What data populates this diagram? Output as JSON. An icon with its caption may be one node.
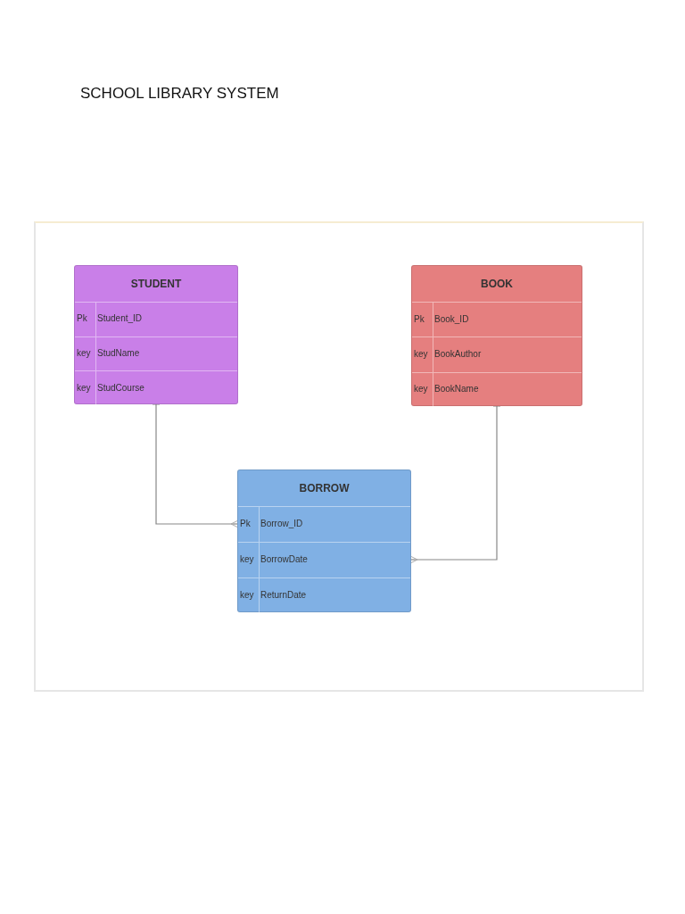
{
  "diagram": {
    "title": "SCHOOL LIBRARY SYSTEM",
    "nodes": [
      {
        "text": [
          "STUDENT"
        ]
      },
      {
        "text": [
          "Pk",
          "Student_ID"
        ],
        "in": 0
      },
      {
        "text": [
          "key",
          "StudName"
        ],
        "in": 0
      },
      {
        "text": [
          "key",
          "StudCourse"
        ],
        "in": 0
      },
      {
        "text": [
          "BOOK"
        ]
      },
      {
        "text": [
          "Pk",
          "Book_ID"
        ],
        "in": 4
      },
      {
        "text": [
          "key",
          "BookAuthor"
        ],
        "in": 4
      },
      {
        "text": [
          "key",
          "BookName"
        ],
        "in": 4
      },
      {
        "text": [
          "BORROW"
        ]
      },
      {
        "text": [
          "Pk",
          "Borrow_ID"
        ],
        "in": 8
      },
      {
        "text": [
          "key",
          "BorrowDate"
        ],
        "in": 8
      },
      {
        "text": [
          "key",
          "ReturnDate"
        ],
        "in": 8
      }
    ],
    "edges": [
      {
        "from": 0,
        "to": 9,
        "arrow": "other"
      },
      {
        "from": 4,
        "to": 10,
        "arrow": "other"
      }
    ]
  }
}
